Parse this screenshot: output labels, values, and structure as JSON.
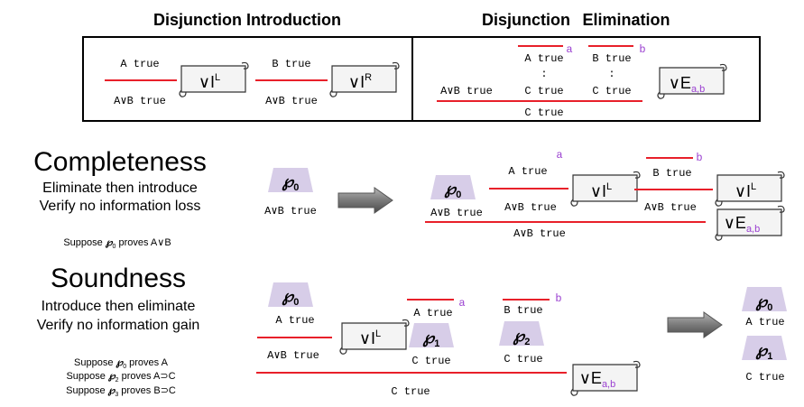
{
  "intro": {
    "title": "Disjunction Introduction",
    "left": {
      "premise": "A true",
      "conclusion": "A∨B true",
      "rule": "∨I",
      "sup": "L"
    },
    "right": {
      "premise": "B true",
      "conclusion": "A∨B true",
      "rule": "∨I",
      "sup": "R"
    }
  },
  "elim": {
    "title_a": "Disjunction",
    "title_b": "Elimination",
    "label_a": "a",
    "label_b": "b",
    "hyp_a": "A true",
    "hyp_b": "B true",
    "dots": ":",
    "major": "A∨B true",
    "minor_a": "C true",
    "minor_b": "C true",
    "conclusion": "C true",
    "rule": "∨E",
    "rule_sub": "a,b"
  },
  "completeness": {
    "title": "Completeness",
    "line1": "Eliminate then introduce",
    "line2": "Verify no information loss",
    "suppose": "Suppose",
    "suppose_sub": "0",
    "suppose_tail": "proves A∨B",
    "d_sub": "0",
    "d_conc": "A∨B true",
    "label_a": "a",
    "label_b": "b",
    "hyp_a": "A true",
    "hyp_b": "B true",
    "mid_a": "A∨B true",
    "mid_b": "A∨B true",
    "conclusion": "A∨B true",
    "rule_il": "∨I",
    "rule_il_sup": "L",
    "rule_il2": "∨I",
    "rule_il2_sup": "L",
    "rule_e": "∨E",
    "rule_e_sub": "a,b"
  },
  "soundness": {
    "title": "Soundness",
    "line1": "Introduce then eliminate",
    "line2": "Verify no information gain",
    "s1": "Suppose",
    "s1_sub": "0",
    "s1_tail": "proves A",
    "s2": "Suppose",
    "s2_sub": "2",
    "s2_tail": "proves A⊃C",
    "s3": "Suppose",
    "s3_sub": "3",
    "s3_tail": "proves B⊃C",
    "d0_sub": "0",
    "d0_conc": "A true",
    "major": "A∨B true",
    "rule_il": "∨I",
    "rule_il_sup": "L",
    "label_a": "a",
    "label_b": "b",
    "hyp_a": "A true",
    "hyp_b": "B true",
    "d1_sub": "1",
    "d1_conc": "C true",
    "d2_sub": "2",
    "d2_conc": "C true",
    "conclusion": "C true",
    "rule_e": "∨E",
    "rule_e_sub": "a,b",
    "r0_sub": "0",
    "r0_conc": "A true",
    "r1_sub": "1",
    "r1_conc": "C true"
  },
  "colors": {
    "rule_line": "#e8202a",
    "label": "#9a3fd0",
    "deriv": "#d7cde8",
    "arrow": "#8a8a8a"
  }
}
